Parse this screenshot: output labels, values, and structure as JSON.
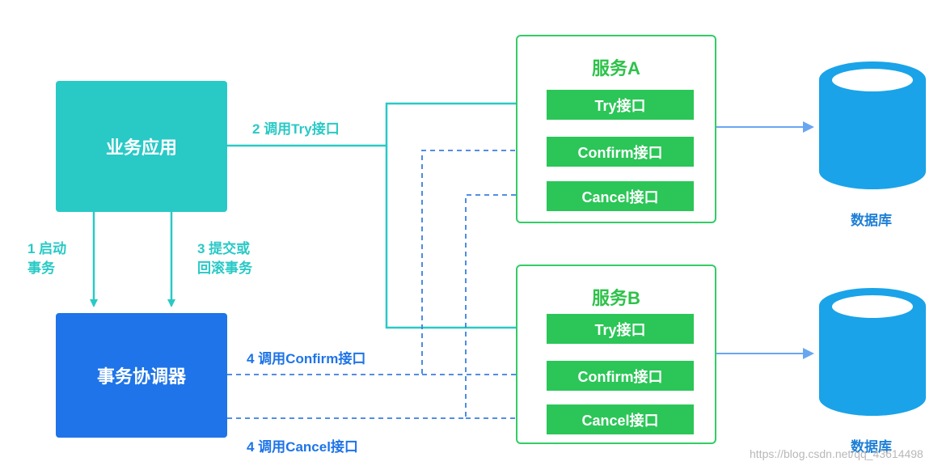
{
  "colors": {
    "app_box": "#29c9c6",
    "coordinator_box": "#1e74e8",
    "service_border": "#33cc66",
    "interface_fill": "#2bc657",
    "database": "#1aa3e8",
    "teal_arrow": "#29c9c6",
    "blue_dashed_arrow": "#3a7fe0"
  },
  "app": {
    "label": "业务应用"
  },
  "coordinator": {
    "label": "事务协调器"
  },
  "service_a": {
    "title": "服务A",
    "interfaces": [
      "Try接口",
      "Confirm接口",
      "Cancel接口"
    ]
  },
  "service_b": {
    "title": "服务B",
    "interfaces": [
      "Try接口",
      "Confirm接口",
      "Cancel接口"
    ]
  },
  "steps": {
    "start": "1 启动\n事务",
    "commit": "3 提交或\n回滚事务",
    "call_try": "2 调用Try接口",
    "call_confirm": "4 调用Confirm接口",
    "call_cancel": "4 调用Cancel接口"
  },
  "database": {
    "label": "数据库"
  },
  "watermark": "https://blog.csdn.net/qq_43614498"
}
